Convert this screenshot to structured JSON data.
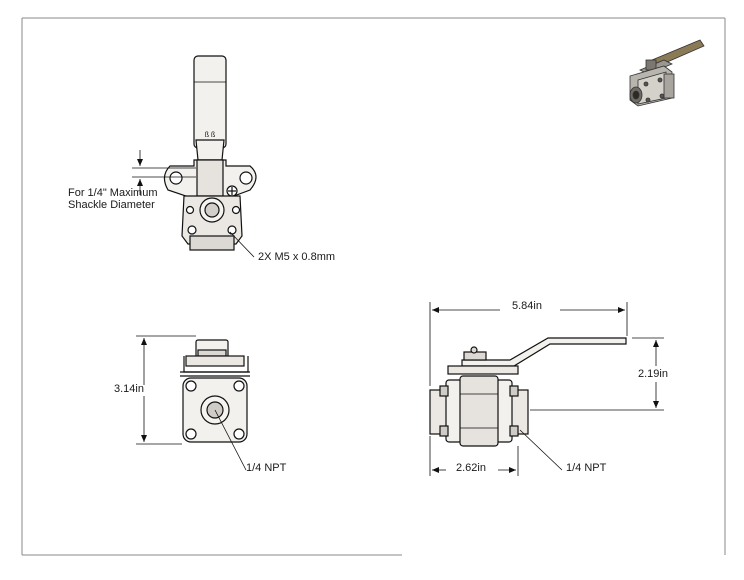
{
  "drawing": {
    "line_color": "#111111",
    "fill_body": "#f3f1ee",
    "fill_shade": "#d9d6d2",
    "frame_color": "#888888"
  },
  "top_view": {
    "shackle_label_line1": "For 1/4\" Maximum",
    "shackle_label_line2": "Shackle Diameter",
    "screw_label": "2X M5 x 0.8mm",
    "handle_marks": "ß ß"
  },
  "end_view": {
    "height_label": "3.14in",
    "port_label": "1/4 NPT"
  },
  "side_view": {
    "overall_length_label": "5.84in",
    "height_label": "2.19in",
    "half_length_label": "2.62in",
    "port_label": "1/4 NPT"
  },
  "iso_view": {
    "icon": "ball-valve-3d-icon"
  }
}
